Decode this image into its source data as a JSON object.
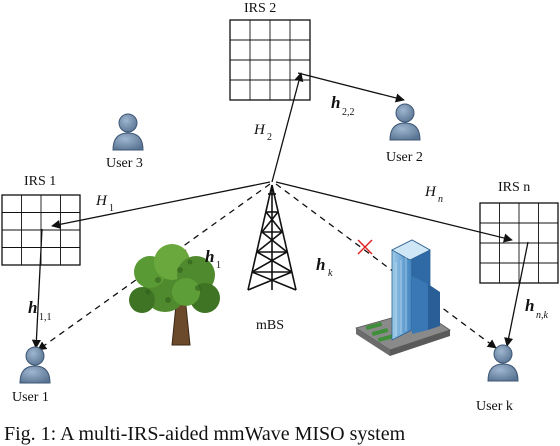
{
  "diagram": {
    "irs_labels": {
      "irs1": "IRS 1",
      "irs2": "IRS 2",
      "irsn": "IRS n"
    },
    "user_labels": {
      "user1": "User 1",
      "user2": "User 2",
      "user3": "User 3",
      "userk": "User k"
    },
    "bs_label": "mBS",
    "channels": {
      "H1": {
        "main": "H",
        "sub": "1"
      },
      "H2": {
        "main": "H",
        "sub": "2"
      },
      "Hn": {
        "main": "H",
        "sub": "n"
      },
      "h1": {
        "main": "h",
        "sub": "1"
      },
      "hk": {
        "main": "h",
        "sub": "k"
      },
      "h11": {
        "main": "h",
        "sub": "1,1"
      },
      "h22": {
        "main": "h",
        "sub": "2,2"
      },
      "hnk": {
        "main": "h",
        "sub": "n,k"
      }
    },
    "caption": "Fig. 1: A multi-IRS-aided mmWave MISO system"
  }
}
